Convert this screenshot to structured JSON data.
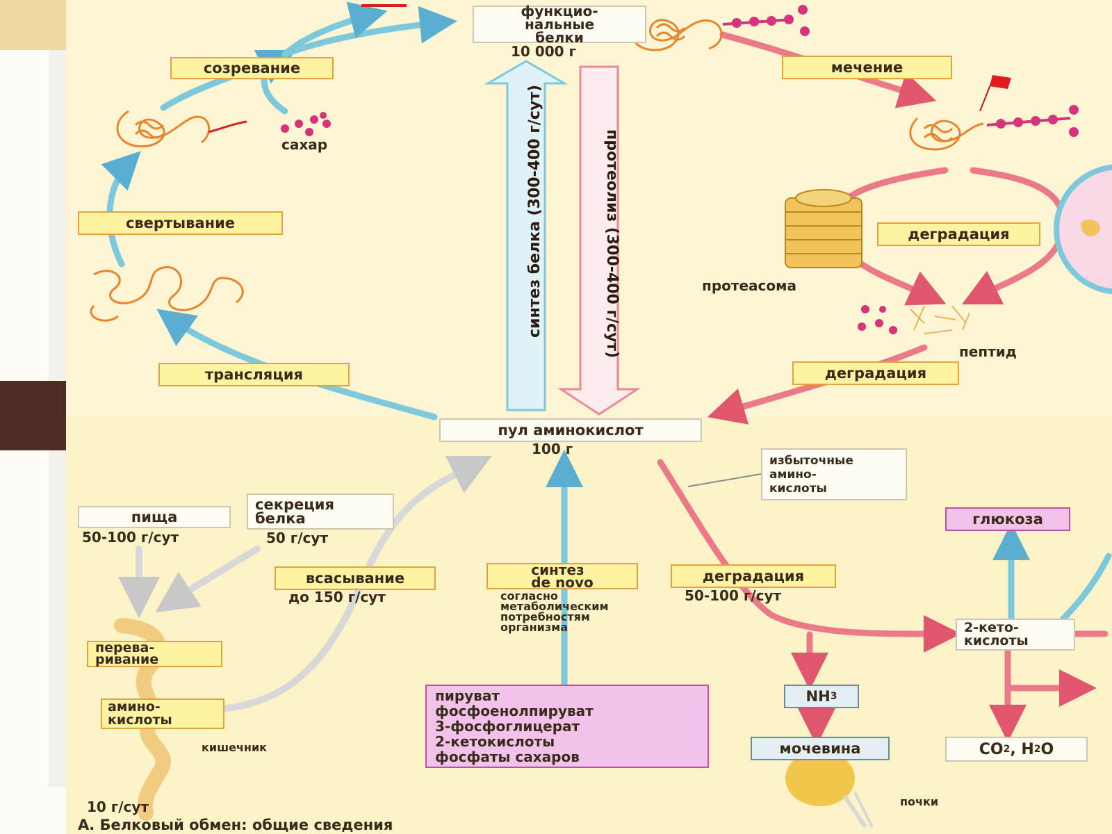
{
  "top": {
    "functional_proteins": "функцио-\nнальные\nбелки",
    "functional_proteins_mass": "10 000 г"
  },
  "cycle": {
    "maturation": "созревание",
    "sugar": "сахар",
    "folding": "свертывание",
    "translation": "трансляция",
    "labeling": "мечение",
    "degradation_1": "деградация",
    "proteasome": "протеасома",
    "peptide": "пептид",
    "degradation_2": "деградация"
  },
  "center": {
    "synthesis_rate": "синтез белка (300-400 г/сут)",
    "proteolysis_rate": "протеолиз (300-400 г/сут)",
    "pool": "пул аминокислот",
    "pool_mass": "100 г"
  },
  "lower": {
    "excess_amino_acids": "избыточные\nамино-\nкислоты",
    "food": "пища",
    "food_rate": "50-100 г/сут",
    "protein_secretion": "секреция\nбелка",
    "secretion_rate": "50 г/сут",
    "absorption": "всасывание",
    "absorption_rate": "до 150 г/сут",
    "de_novo": "синтез\nde novo",
    "de_novo_note": "согласно\nметаболическим\nпотребностям\nорганизма",
    "degradation_3": "деградация",
    "degradation_rate": "50-100 г/сут",
    "digestion": "перева-\nривание",
    "amino_acids": "амино-\nкислоты",
    "intestine": "кишечник",
    "excretion_rate": "10 г/сут",
    "precursors": [
      "пируват",
      "фосфоенолпируват",
      "3-фосфоглицерат",
      "2-кетокислоты",
      "фосфаты сахаров"
    ],
    "glucose": "глюкоза",
    "keto_acids": "2-кето-\nкислоты",
    "ammonia": "NH",
    "ammonia_sub": "3",
    "urea": "мочевина",
    "co2": "CO",
    "co2_sub": "2",
    "co2_rest": ", H",
    "h2o_sub": "2",
    "h2o_rest": "O",
    "kidneys": "почки"
  },
  "caption": "А. Белковый обмен: общие сведения",
  "colors": {
    "upper_bg": "#fdf5d4",
    "lower_bg": "#fdf3c9",
    "blue_arrow": "#7ec8dc",
    "pink_arrow": "#e86b7c",
    "gray_arrow": "#d8d8d8",
    "label_yellow": "#fdf3a3",
    "label_pink": "#f2c3ea",
    "protein_orange": "#e8852c",
    "magenta": "#d6337a"
  }
}
